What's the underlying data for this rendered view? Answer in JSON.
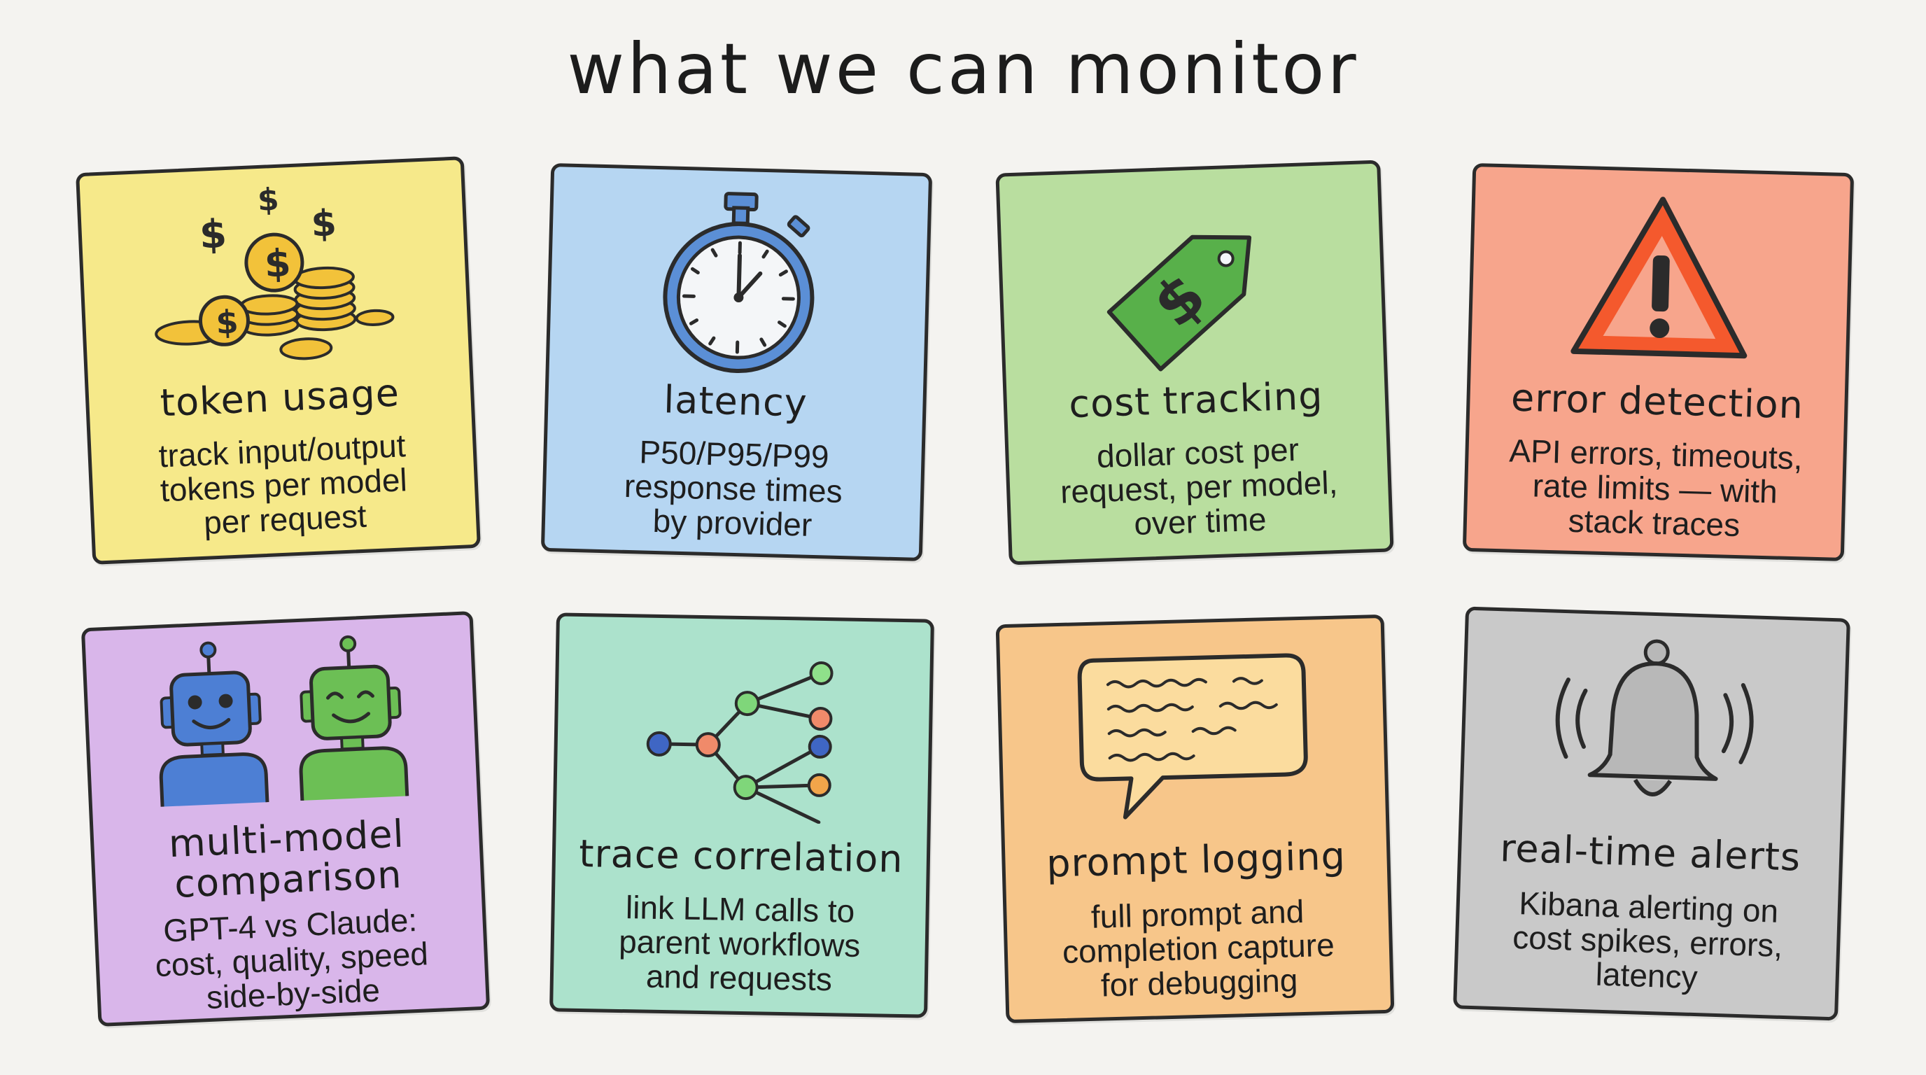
{
  "title": "what we can monitor",
  "cards": [
    {
      "label": "token usage",
      "desc": [
        "track input/output",
        "tokens per model",
        "per request"
      ],
      "icon": "coins-icon",
      "color": "#f6e98a"
    },
    {
      "label": "latency",
      "desc": [
        "P50/P95/P99",
        "response times",
        "by provider"
      ],
      "icon": "stopwatch-icon",
      "color": "#b6d6f2"
    },
    {
      "label": "cost tracking",
      "desc": [
        "dollar cost per",
        "request, per model,",
        "over time"
      ],
      "icon": "price-tag-icon",
      "color": "#b9de9f"
    },
    {
      "label": "error detection",
      "desc": [
        "API errors, timeouts,",
        "rate limits — with",
        "stack traces"
      ],
      "icon": "warning-icon",
      "color": "#f7a58c"
    },
    {
      "label": [
        "multi-model",
        "comparison"
      ],
      "desc": [
        "GPT-4 vs Claude:",
        "cost, quality, speed",
        "side-by-side"
      ],
      "icon": "robots-icon",
      "color": "#d9b6ea"
    },
    {
      "label": "trace correlation",
      "desc": [
        "link LLM calls to",
        "parent workflows",
        "and requests"
      ],
      "icon": "trace-tree-icon",
      "color": "#ace2cc"
    },
    {
      "label": "prompt logging",
      "desc": [
        "full prompt and",
        "completion capture",
        "for debugging"
      ],
      "icon": "speech-bubble-icon",
      "color": "#f7c68a"
    },
    {
      "label": "real-time alerts",
      "desc": [
        "Kibana alerting on",
        "cost spikes, errors,",
        "latency"
      ],
      "icon": "bell-icon",
      "color": "#c9c9c9"
    }
  ]
}
